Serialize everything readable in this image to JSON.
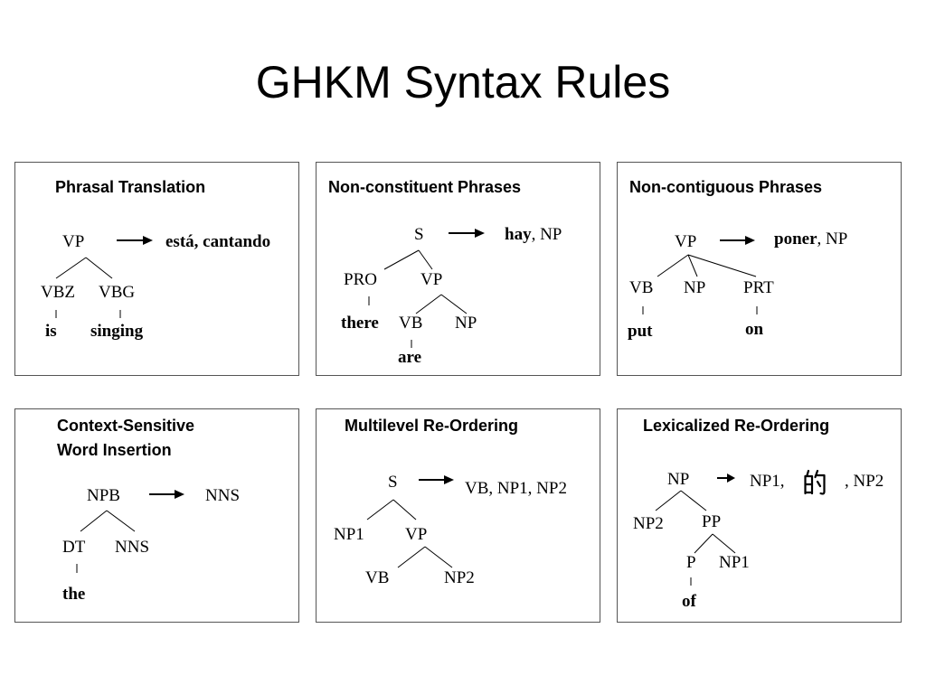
{
  "title": "GHKM Syntax Rules",
  "panels": [
    {
      "title": "Phrasal Translation",
      "nodes": {
        "vp": "VP",
        "vbz": "VBZ",
        "vbg": "VBG",
        "is": "is",
        "singing": "singing"
      },
      "target": {
        "w1": "está",
        "sep": ", ",
        "w2": "cantando"
      }
    },
    {
      "title": "Non-constituent Phrases",
      "nodes": {
        "s": "S",
        "pro": "PRO",
        "vp": "VP",
        "there": "there",
        "vb": "VB",
        "np": "NP",
        "are": "are"
      },
      "target": {
        "w1": "hay",
        "rest": ", NP"
      }
    },
    {
      "title": "Non-contiguous Phrases",
      "nodes": {
        "vp": "VP",
        "vb": "VB",
        "np": "NP",
        "prt": "PRT",
        "put": "put",
        "on": "on"
      },
      "target": {
        "w1": "poner",
        "rest": ", NP"
      }
    },
    {
      "title_line1": "Context-Sensitive",
      "title_line2": "Word Insertion",
      "nodes": {
        "npb": "NPB",
        "dt": "DT",
        "nns": "NNS",
        "the": "the"
      },
      "target": {
        "text": "NNS"
      }
    },
    {
      "title": "Multilevel Re-Ordering",
      "nodes": {
        "s": "S",
        "np1": "NP1",
        "vp": "VP",
        "vb": "VB",
        "np2": "NP2"
      },
      "target": {
        "text": "VB, NP1, NP2"
      }
    },
    {
      "title": "Lexicalized Re-Ordering",
      "nodes": {
        "np": "NP",
        "np2": "NP2",
        "pp": "PP",
        "p": "P",
        "np1": "NP1",
        "of": "of"
      },
      "target": {
        "pre": "NP1,",
        "char_icon": "chinese-character-de-icon",
        "post": ", NP2"
      }
    }
  ]
}
